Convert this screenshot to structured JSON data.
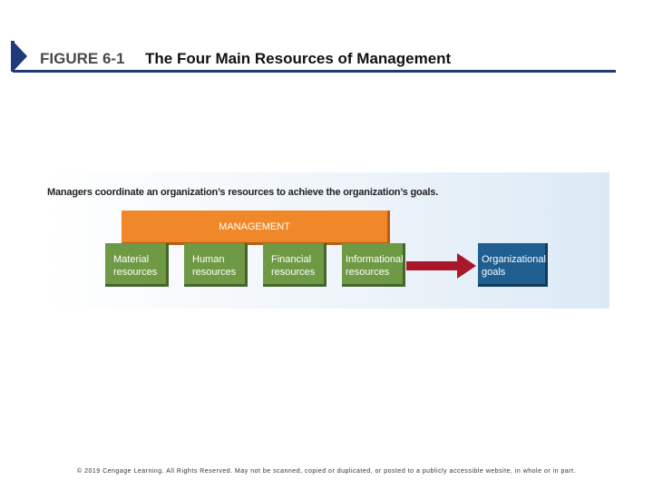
{
  "header": {
    "figure_label": "FIGURE 6-1",
    "title": "The Four Main Resources of Management"
  },
  "diagram": {
    "caption": "Managers coordinate an organization’s resources to achieve the organization’s goals.",
    "management_label": "MANAGEMENT",
    "resources": [
      {
        "label": "Material\nresources"
      },
      {
        "label": "Human\nresources"
      },
      {
        "label": "Financial\nresources"
      },
      {
        "label": "Informational\nresources"
      }
    ],
    "goal_label": "Organizational\ngoals",
    "colors": {
      "management": "#f0882a",
      "resource": "#6f9a45",
      "goal": "#1f5e8f",
      "arrow": "#a8182a"
    }
  },
  "footer": {
    "copyright": "© 2019 Cengage Learning. All Rights Reserved. May not be scanned, copied or duplicated, or posted to a publicly accessible website, in whole or in part."
  }
}
